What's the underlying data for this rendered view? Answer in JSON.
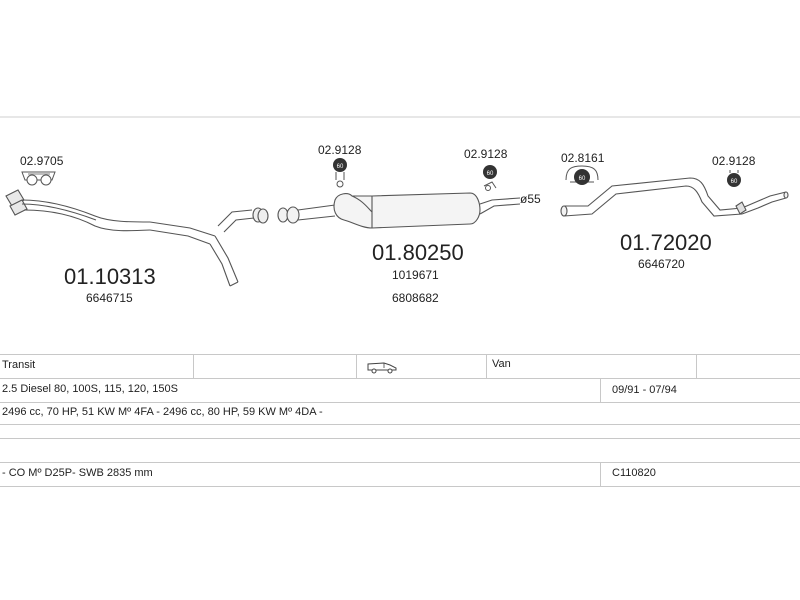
{
  "diagram": {
    "parts": [
      {
        "number": "01.10313",
        "oe": [
          "6646715"
        ]
      },
      {
        "number": "01.80250",
        "oe": [
          "1019671",
          "6808682"
        ]
      },
      {
        "number": "01.72020",
        "oe": [
          "6646720"
        ]
      }
    ],
    "clamps": [
      {
        "code": "02.9705",
        "badge": ""
      },
      {
        "code": "02.9128",
        "badge": "60"
      },
      {
        "code": "02.9128",
        "badge": "60"
      },
      {
        "code": "02.8161",
        "badge": "60"
      },
      {
        "code": "02.9128",
        "badge": "60"
      }
    ],
    "diameter_label": "ø55"
  },
  "table": {
    "model": "Transit",
    "body": "Van",
    "engine": "2.5 Diesel  80, 100S, 115, 120, 150S",
    "years": "09/91 - 07/94",
    "spec": "2496 cc, 70 HP, 51 KW Mº 4FA - 2496 cc, 80 HP, 59 KW Mº 4DA -",
    "extra": "- CO Mº D25P-  SWB 2835 mm",
    "code": "C110820"
  }
}
